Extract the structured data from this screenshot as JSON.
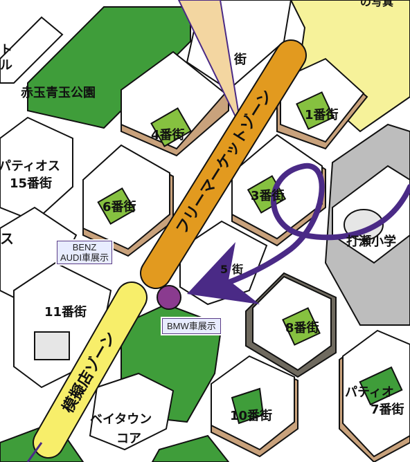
{
  "colors": {
    "street": "#ffffff",
    "block_side": "#c9a27c",
    "park": "#3f9d3a",
    "inner": "#86c140",
    "flea_zone": "#e29a1f",
    "mock_zone": "#f7ee6a",
    "route": "#4a2a86",
    "marker": "#8a3b8f",
    "callout": "#f3d6a1"
  },
  "labels": {
    "park": "赤玉青玉公園",
    "block1": "1番街",
    "block3": "3番街",
    "block4": "4番街",
    "block6": "6番街",
    "block8": "8番街",
    "block10": "10番街",
    "block11": "11番街",
    "block15": "15番街",
    "block7": "7番街",
    "block5": "5番街",
    "partial_block5_char": "5",
    "partial_block5_kanji": "街",
    "partial_top": "街",
    "fragment_top_right": "の写真",
    "fragment_left_1": "ト",
    "fragment_left_2": "ル",
    "tiosu": "ティオス",
    "tiosu_prefix": "パ",
    "patio": "パティオ",
    "su": "ス",
    "school": "打瀬小学",
    "biyatown_1": "ベイタウン",
    "biyatown_2": "コア",
    "flea_zone": "フリーマーケットゾーン",
    "mock_zone": "模擬店ゾーン"
  },
  "exhibits": {
    "benz_line1": "BENZ",
    "benz_line2": "AUDI車展示",
    "bmw": "BMW車展示"
  }
}
